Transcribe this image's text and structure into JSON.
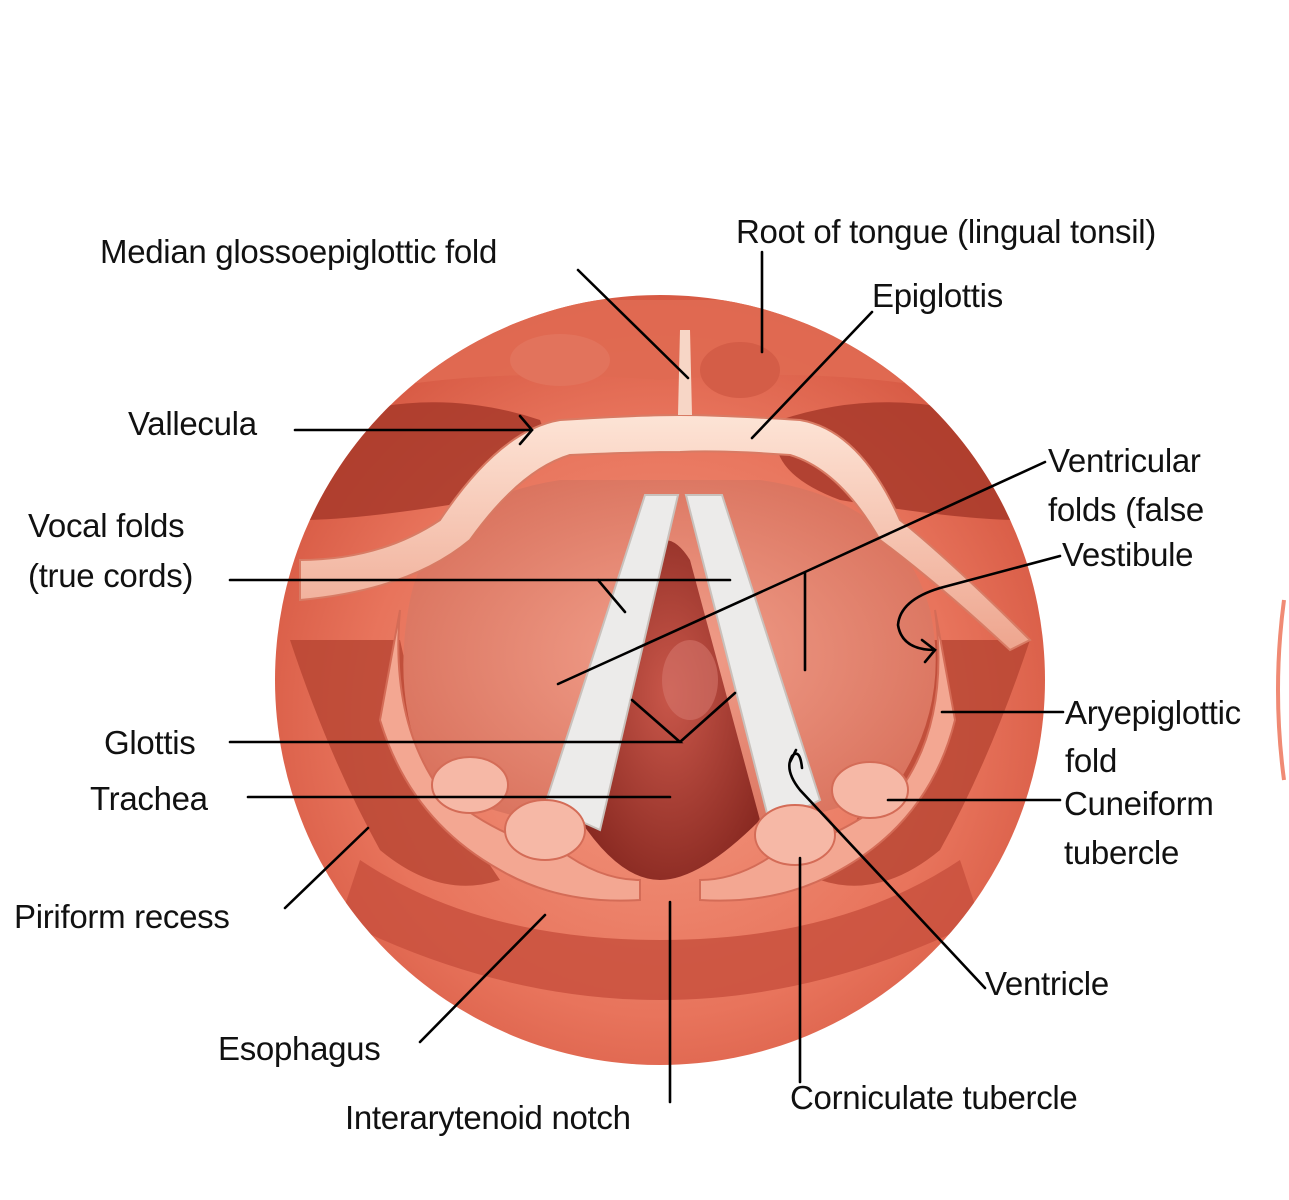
{
  "diagram": {
    "labels": {
      "median_glossoepiglottic_fold": "Median glossoepiglottic fold",
      "root_of_tongue": "Root of tongue (lingual tonsil)",
      "epiglottis": "Epiglottis",
      "vallecula": "Vallecula",
      "ventricular_folds_line1": "Ventricular",
      "ventricular_folds_line2": "folds (false",
      "vestibule": "Vestibule",
      "vocal_folds_line1": "Vocal folds",
      "vocal_folds_line2": "(true cords)",
      "aryepiglottic_fold_line1": "Aryepiglottic",
      "aryepiglottic_fold_line2": "fold",
      "glottis": "Glottis",
      "trachea": "Trachea",
      "cuneiform_tubercle_line1": "Cuneiform",
      "cuneiform_tubercle_line2": "tubercle",
      "piriform_recess": "Piriform recess",
      "ventricle": "Ventricle",
      "esophagus": "Esophagus",
      "corniculate_tubercle": "Corniculate tubercle",
      "interarytenoid_notch": "Interarytenoid notch"
    },
    "colors": {
      "background": "#ffffff",
      "tissue_outer": "#e8745c",
      "tissue_dark": "#b8402e",
      "epiglottis_rim": "#f6c9b3",
      "vocal_cords": "#ecebea",
      "trachea_dark": "#8a2a22",
      "leader_lines": "#000000"
    }
  }
}
